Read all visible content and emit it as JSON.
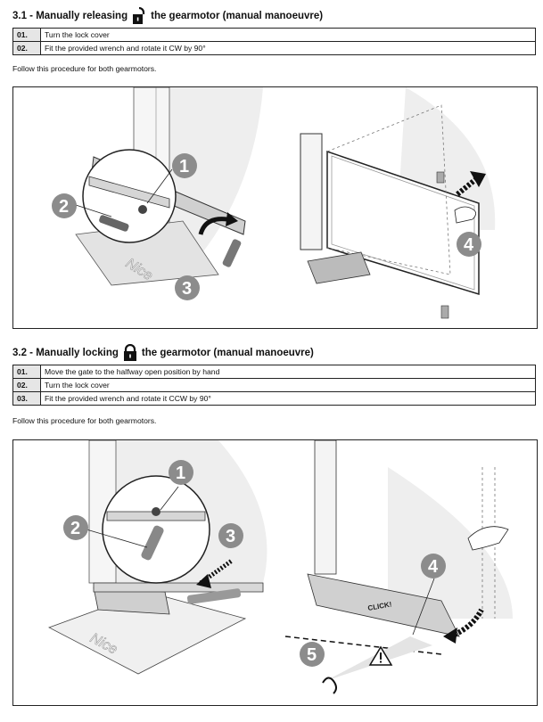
{
  "section1": {
    "heading_prefix": "3.1 - Manually releasing",
    "heading_suffix": "the gearmotor (manual manoeuvre)",
    "lock_icon": "unlocked-padlock-icon",
    "steps": [
      {
        "num": "01.",
        "text": "Turn the lock cover"
      },
      {
        "num": "02.",
        "text": "Fit the provided wrench and rotate it CW by 90°"
      }
    ],
    "note": "Follow this procedure for both gearmotors.",
    "figure": {
      "callouts": [
        "1",
        "2",
        "3",
        "4"
      ],
      "brand": "Nice"
    }
  },
  "section2": {
    "heading_prefix": "3.2 - Manually locking",
    "heading_suffix": "the gearmotor (manual manoeuvre)",
    "lock_icon": "locked-padlock-icon",
    "steps": [
      {
        "num": "01.",
        "text": "Move the gate to the halfway open position by hand"
      },
      {
        "num": "02.",
        "text": "Turn the lock cover"
      },
      {
        "num": "03.",
        "text": "Fit the provided wrench and rotate it CCW by 90°"
      }
    ],
    "note": "Follow this procedure for both gearmotors.",
    "figure": {
      "callouts": [
        "1",
        "2",
        "3",
        "4",
        "5"
      ],
      "brand": "Nice",
      "click_label": "CLICK!",
      "warning_icon": "warning-triangle-icon"
    }
  },
  "colors": {
    "callout_gray": "#8c8c8c",
    "table_num_bg": "#e6e6e6",
    "shade": "#e8e8e8"
  }
}
